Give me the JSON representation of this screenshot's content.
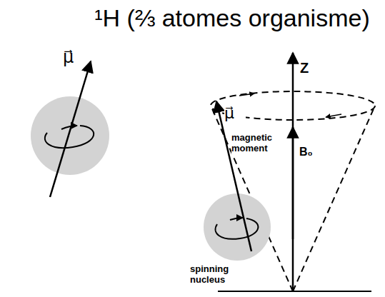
{
  "diagram": {
    "title": "¹H (⅔ atomes organisme)",
    "labels": [
      "μ⃗",
      "μ⃗",
      "magnetic moment",
      "spinning nucleus",
      "Z",
      "B₀"
    ]
  }
}
